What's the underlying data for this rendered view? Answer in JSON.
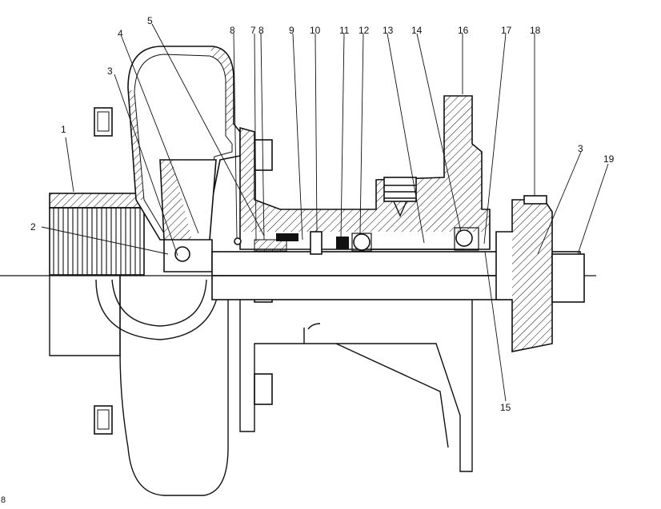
{
  "callouts": {
    "c1": "1",
    "c2": "2",
    "c3a": "3",
    "c3b": "3",
    "c4": "4",
    "c5": "5",
    "c8a": "8",
    "c7": "7",
    "c8b": "8",
    "c9": "9",
    "c10": "10",
    "c11": "11",
    "c12": "12",
    "c13": "13",
    "c14": "14",
    "c15": "15",
    "c16": "16",
    "c17": "17",
    "c18": "18",
    "c19": "19"
  },
  "page_marker": "8",
  "colors": {
    "ink": "#111111",
    "paper": "#ffffff"
  }
}
